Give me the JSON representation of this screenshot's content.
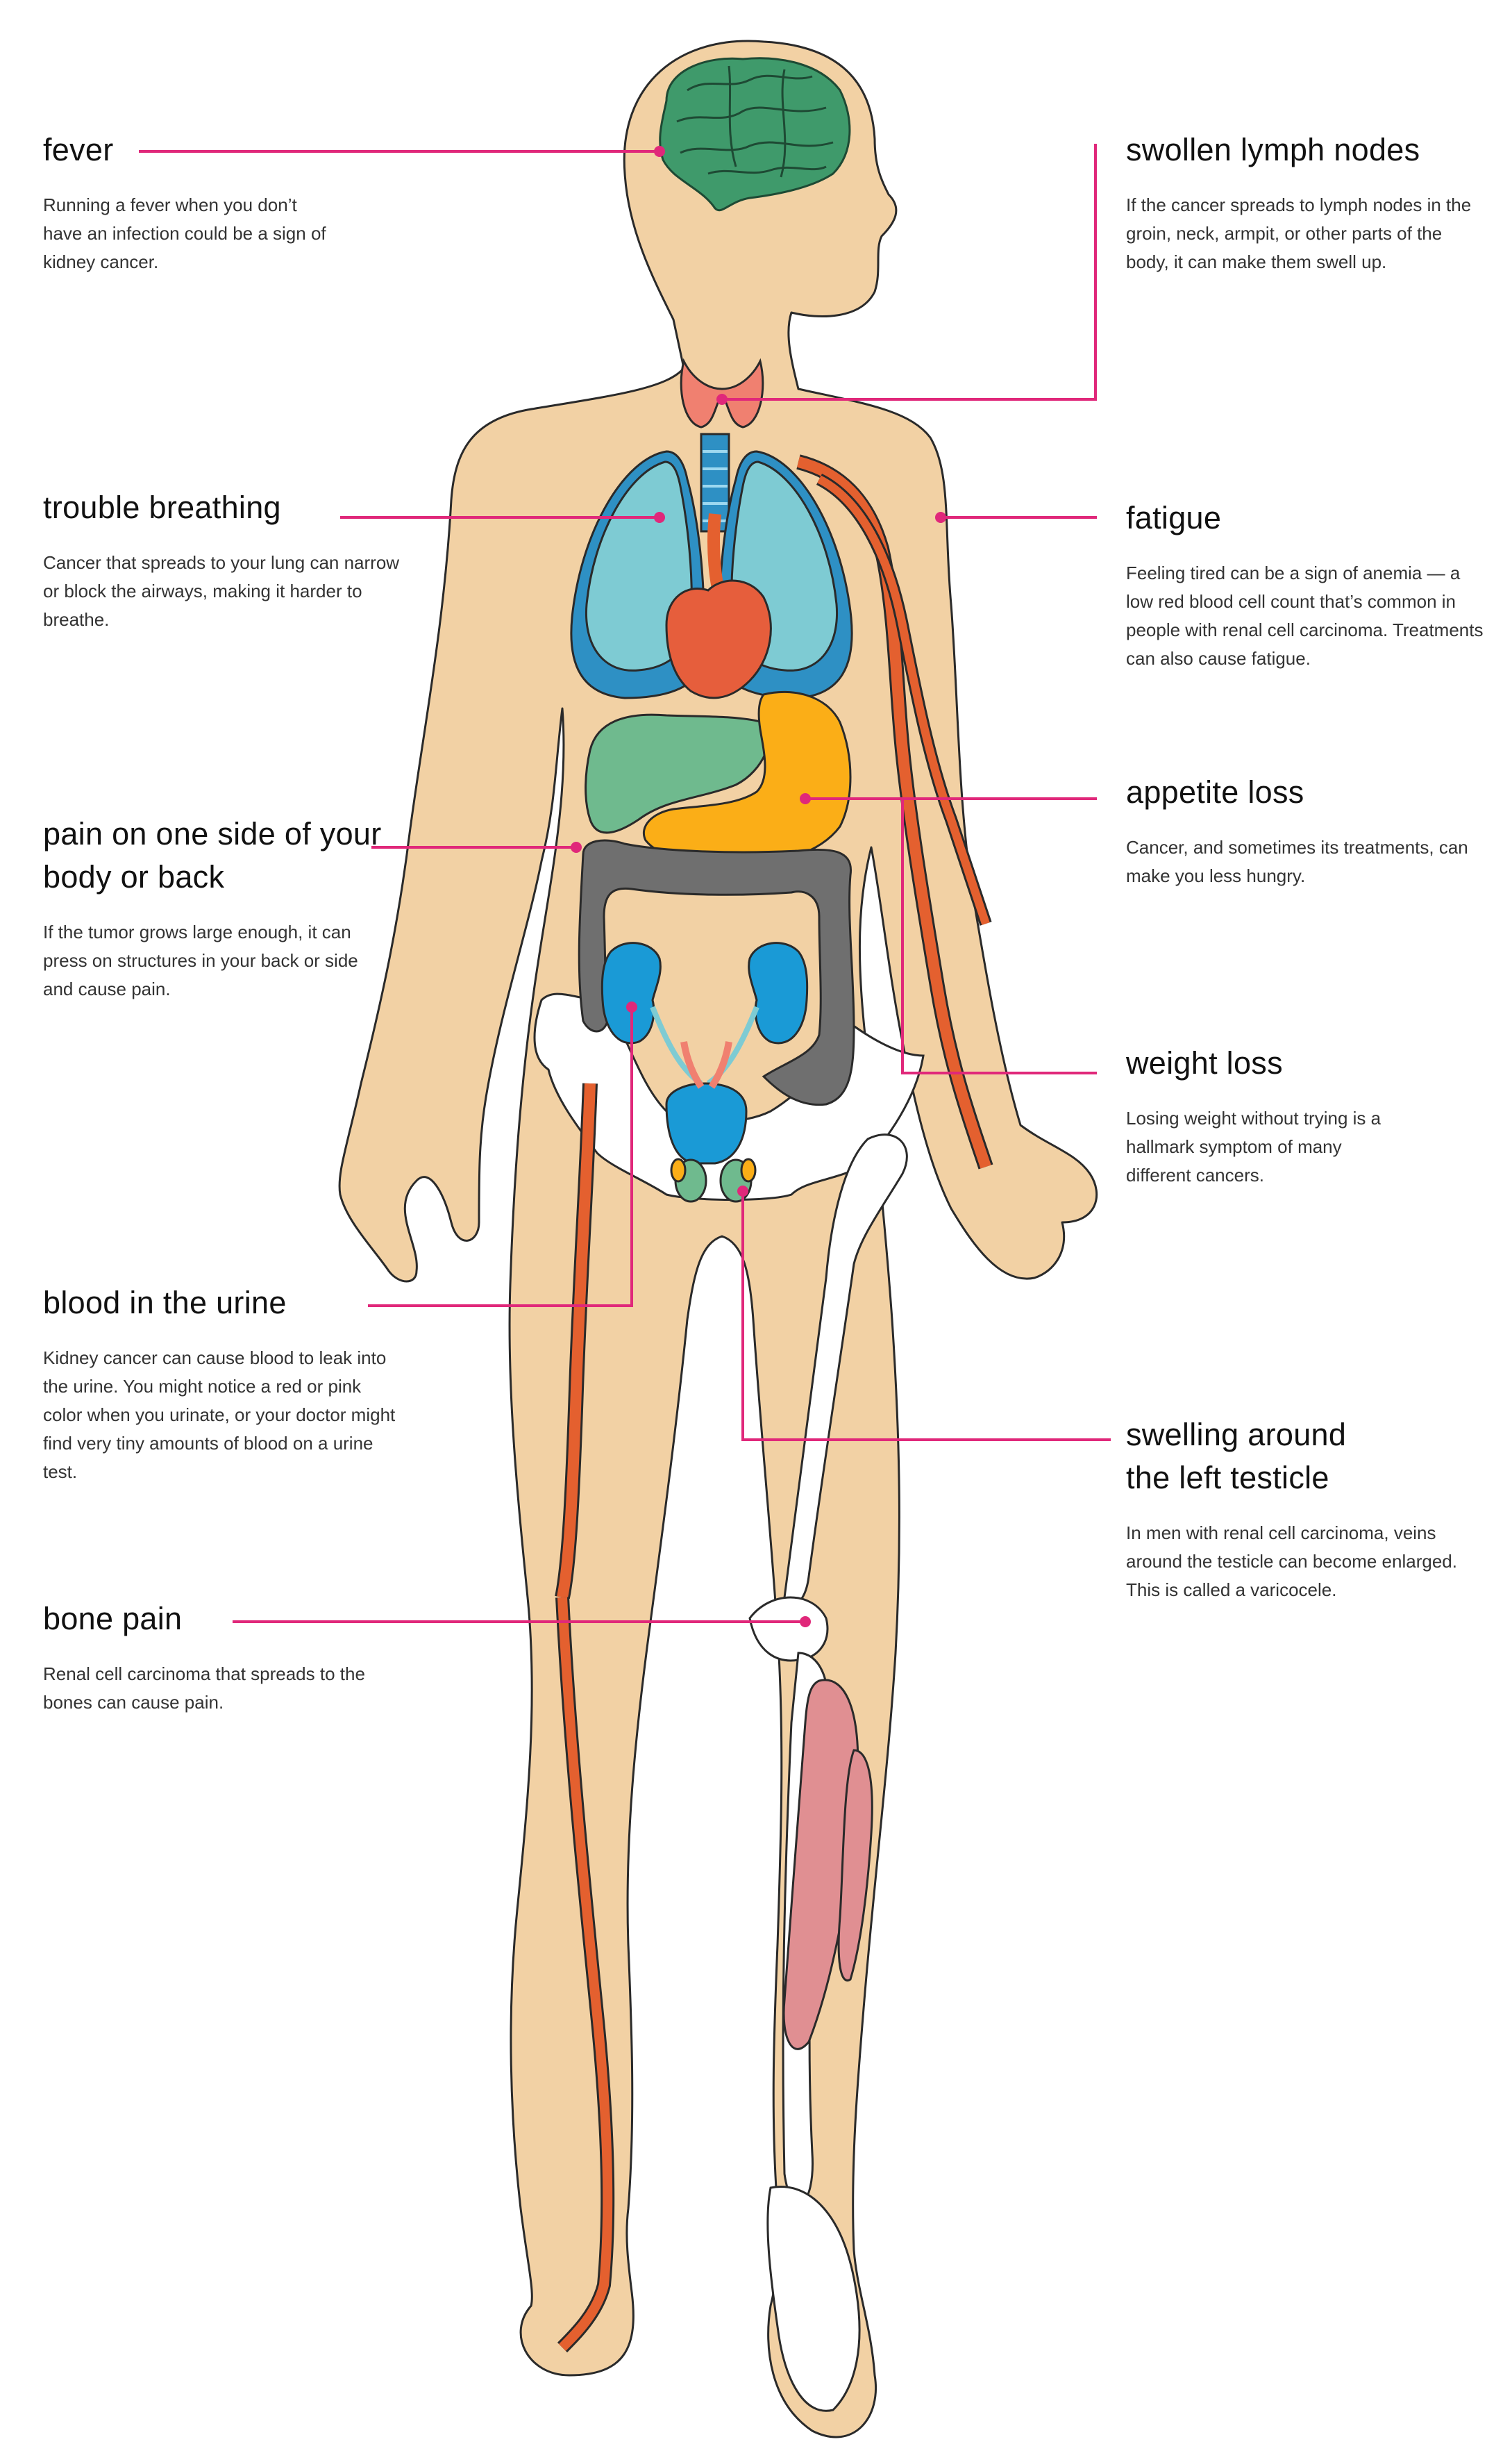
{
  "symptoms": {
    "fever": {
      "title": "fever",
      "body": "Running a fever when you don’t have an infection could be a sign of kidney cancer."
    },
    "swollen_lymph_nodes": {
      "title": "swollen lymph nodes",
      "body": "If the cancer spreads to lymph nodes in the groin, neck, armpit, or other parts of the body, it can make them swell up."
    },
    "trouble_breathing": {
      "title": "trouble breathing",
      "body": "Cancer that spreads to your lung can narrow or block the airways, making it harder to breathe."
    },
    "fatigue": {
      "title": "fatigue",
      "body": "Feeling tired can be a sign of anemia — a low red blood cell count that’s common in people with renal cell carcinoma. Treatments can also cause fatigue."
    },
    "appetite_loss": {
      "title": "appetite loss",
      "body": "Cancer, and sometimes its treatments, can make you less hungry."
    },
    "pain_side": {
      "title": "pain on one side of your body or back",
      "body": "If the tumor grows large enough, it can press on structures in your back or side and cause pain."
    },
    "weight_loss": {
      "title": "weight loss",
      "body": "Losing weight without trying is a hallmark symptom of many different cancers."
    },
    "blood_in_urine": {
      "title": "blood in the urine",
      "body": "Kidney cancer can cause blood to leak into the urine. You might notice a red or pink color when you urinate, or your doctor might find very tiny amounts of blood on a urine test."
    },
    "swelling_testicle": {
      "title": "swelling around the left testicle",
      "body": "In men with renal cell carcinoma, veins around the testicle can become enlarged. This is called a varicocele."
    },
    "bone_pain": {
      "title": "bone pain",
      "body": "Renal cell carcinoma that spreads to the bones can cause pain."
    }
  },
  "colors": {
    "skin": "#f2d1a4",
    "brain": "#3f9a6b",
    "lung": "#7ecbd3",
    "lung_dark": "#2e90c4",
    "heart": "#e65e3c",
    "liver": "#6fba8e",
    "stomach": "#fbae17",
    "intestine": "#6f6f6f",
    "kidney": "#1a9ad6",
    "vessel": "#e4602f",
    "muscle": "#e08f92",
    "callout_line": "#e0287a"
  }
}
